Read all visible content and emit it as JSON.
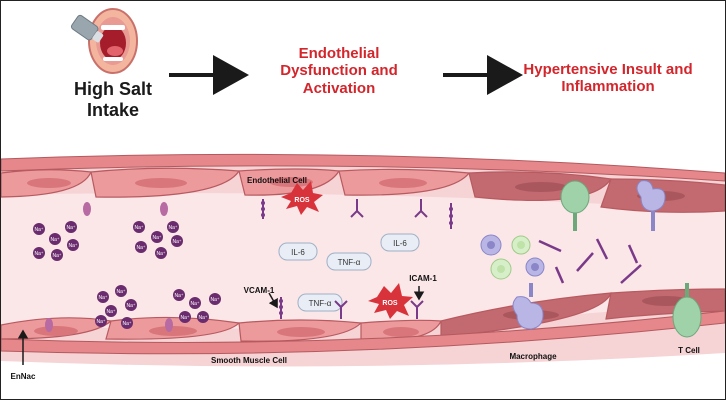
{
  "header": {
    "step1": "High Salt Intake",
    "step2": "Endothelial Dysfunction and Activation",
    "step3": "Hypertensive Insult and Inflammation"
  },
  "labels": {
    "endothelial_cell": "Endothelial Cell",
    "smooth_muscle_cell": "Smooth Muscle Cell",
    "enac": "EnNac",
    "vcam": "VCAM-1",
    "icam": "ICAM-1",
    "macrophage": "Macrophage",
    "tcell": "T Cell",
    "ros": "ROS",
    "il6": "IL-6",
    "tnf": "TNF-α",
    "sodium": "Na⁺"
  },
  "colors": {
    "title_red": "#d3262c",
    "vessel_wall": "#e9868a",
    "lumen": "#fbe4e6",
    "sodium_ion": "#6a2c6e",
    "ros_burst": "#d8323b",
    "arrow": "#1a1a1a"
  },
  "icons": [
    "mouth-salt-shaker-icon",
    "sodium-ion-icon",
    "ros-burst-icon",
    "cytokine-pill-icon",
    "adhesion-molecule-icon",
    "macrophage-cell-icon",
    "t-cell-icon"
  ]
}
